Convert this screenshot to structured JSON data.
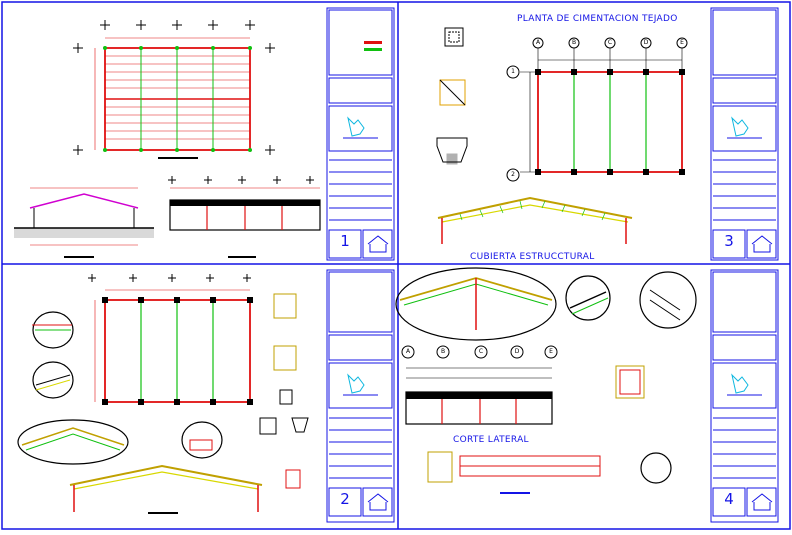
{
  "titles": {
    "foundation_plan": "PLANTA DE CIMENTACION TEJADO",
    "roof_structure": "CUBIERTA ESTRUCCTURAL",
    "side_section": "CORTE LATERAL"
  },
  "sheets": {
    "sheet1": "1",
    "sheet2": "2",
    "sheet3": "3",
    "sheet4": "4"
  },
  "axes": {
    "columns": [
      "A",
      "B",
      "C",
      "D",
      "E"
    ],
    "rows": [
      "1",
      "2"
    ]
  },
  "colors": {
    "line_blue": "#1414e6",
    "beam_red": "#e01010",
    "purlin_green": "#10c010",
    "truss_yellow": "#d8d800",
    "ink": "#000000"
  }
}
